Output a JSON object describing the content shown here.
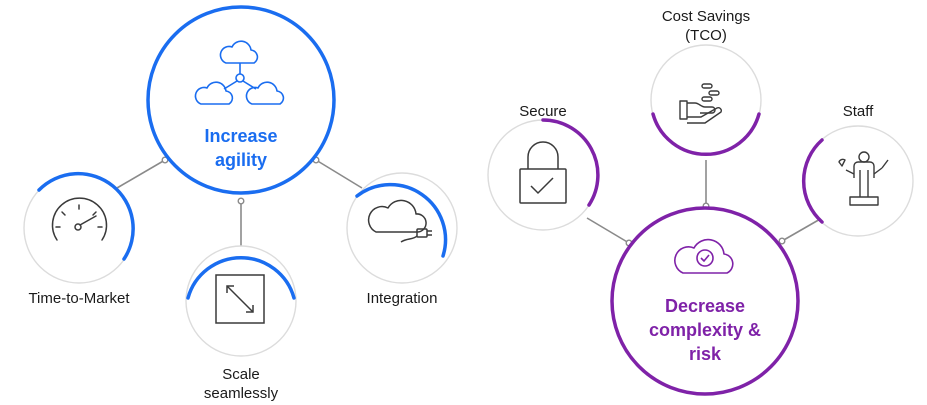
{
  "colors": {
    "blue": "#1a6df0",
    "purple": "#7f22a8",
    "ring_grey": "#dcdcdc",
    "line": "#8a8a8a",
    "icon": "#3a3a3a"
  },
  "left": {
    "hub": {
      "line1": "Increase",
      "line2": "agility",
      "icon": "cloud-network-icon"
    },
    "satellites": [
      {
        "label": "Time-to-Market",
        "icon": "speedometer-icon"
      },
      {
        "label_line1": "Scale",
        "label_line2": "seamlessly",
        "icon": "scale-diagonal-icon"
      },
      {
        "label": "Integration",
        "icon": "cloud-plug-icon"
      }
    ]
  },
  "right": {
    "hub": {
      "line1": "Decrease",
      "line2": "complexity &",
      "line3": "risk",
      "icon": "cloud-check-icon"
    },
    "satellites": [
      {
        "label": "Secure",
        "icon": "padlock-check-icon"
      },
      {
        "label_line1": "Cost Savings",
        "label_line2": "(TCO)",
        "icon": "hand-coins-icon"
      },
      {
        "label": "Staff",
        "icon": "worker-tools-icon"
      }
    ]
  }
}
